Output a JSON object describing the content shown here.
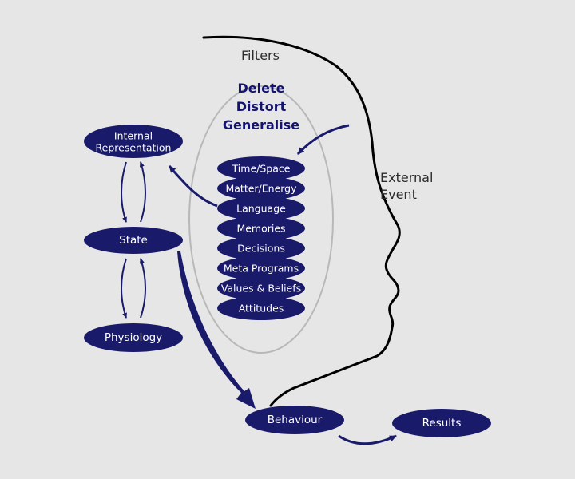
{
  "labels": {
    "filters": "Filters",
    "delete": "Delete",
    "distort": "Distort",
    "generalise": "Generalise",
    "external_line1": "External",
    "external_line2": "Event"
  },
  "nodes": {
    "internal_line1": "Internal",
    "internal_line2": "Representation",
    "state": "State",
    "physiology": "Physiology",
    "behaviour": "Behaviour",
    "results": "Results"
  },
  "filter_stack": [
    "Time/Space",
    "Matter/Energy",
    "Language",
    "Memories",
    "Decisions",
    "Meta Programs",
    "Values & Beliefs",
    "Attitudes"
  ],
  "colors": {
    "node_fill": "#1a1a6b",
    "text_accent": "#14146e",
    "head_outline": "#000000",
    "filter_ring": "#b8b8b8",
    "background": "#e6e6e6"
  }
}
